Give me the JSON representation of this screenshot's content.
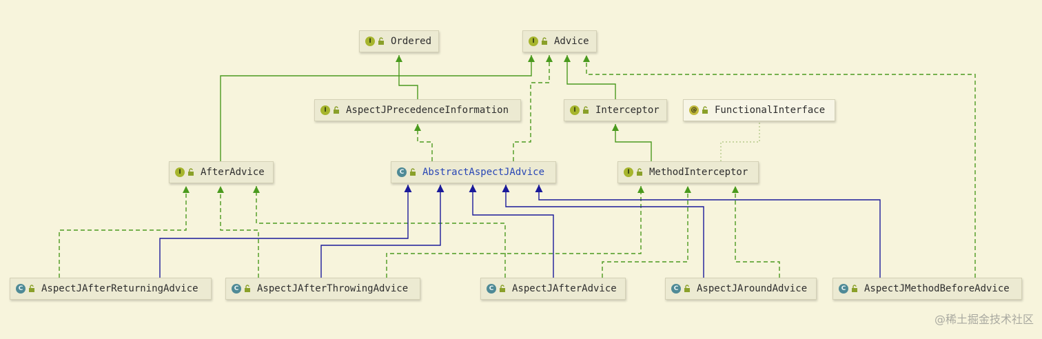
{
  "nodes": {
    "ordered": {
      "label": "Ordered",
      "kind": "interface",
      "badge": "I"
    },
    "advice": {
      "label": "Advice",
      "kind": "interface",
      "badge": "I"
    },
    "precedence": {
      "label": "AspectJPrecedenceInformation",
      "kind": "interface",
      "badge": "I"
    },
    "interceptor": {
      "label": "Interceptor",
      "kind": "interface",
      "badge": "I"
    },
    "functional": {
      "label": "FunctionalInterface",
      "kind": "annotation",
      "badge": "@"
    },
    "after_advice": {
      "label": "AfterAdvice",
      "kind": "interface",
      "badge": "I"
    },
    "abstract": {
      "label": "AbstractAspectJAdvice",
      "kind": "abstract-class",
      "badge": "C"
    },
    "method_interceptor": {
      "label": "MethodInterceptor",
      "kind": "interface",
      "badge": "I"
    },
    "after_returning": {
      "label": "AspectJAfterReturningAdvice",
      "kind": "class",
      "badge": "C"
    },
    "after_throwing": {
      "label": "AspectJAfterThrowingAdvice",
      "kind": "class",
      "badge": "C"
    },
    "aj_after": {
      "label": "AspectJAfterAdvice",
      "kind": "class",
      "badge": "C"
    },
    "around": {
      "label": "AspectJAroundAdvice",
      "kind": "class",
      "badge": "C"
    },
    "method_before": {
      "label": "AspectJMethodBeforeAdvice",
      "kind": "class",
      "badge": "C"
    }
  },
  "relations": [
    {
      "from": "AspectJPrecedenceInformation",
      "to": "Ordered",
      "type": "extends"
    },
    {
      "from": "AfterAdvice",
      "to": "Advice",
      "type": "extends"
    },
    {
      "from": "Interceptor",
      "to": "Advice",
      "type": "extends"
    },
    {
      "from": "AbstractAspectJAdvice",
      "to": "AspectJPrecedenceInformation",
      "type": "implements"
    },
    {
      "from": "AbstractAspectJAdvice",
      "to": "Advice",
      "type": "implements"
    },
    {
      "from": "MethodInterceptor",
      "to": "Interceptor",
      "type": "extends"
    },
    {
      "from": "MethodInterceptor",
      "to": "FunctionalInterface",
      "type": "annotated"
    },
    {
      "from": "AspectJMethodBeforeAdvice",
      "to": "Advice",
      "type": "implements"
    },
    {
      "from": "AspectJAfterReturningAdvice",
      "to": "AbstractAspectJAdvice",
      "type": "extends-class"
    },
    {
      "from": "AspectJAfterReturningAdvice",
      "to": "AfterAdvice",
      "type": "implements"
    },
    {
      "from": "AspectJAfterThrowingAdvice",
      "to": "AbstractAspectJAdvice",
      "type": "extends-class"
    },
    {
      "from": "AspectJAfterThrowingAdvice",
      "to": "AfterAdvice",
      "type": "implements"
    },
    {
      "from": "AspectJAfterThrowingAdvice",
      "to": "MethodInterceptor",
      "type": "implements"
    },
    {
      "from": "AspectJAfterAdvice",
      "to": "AbstractAspectJAdvice",
      "type": "extends-class"
    },
    {
      "from": "AspectJAfterAdvice",
      "to": "AfterAdvice",
      "type": "implements"
    },
    {
      "from": "AspectJAfterAdvice",
      "to": "MethodInterceptor",
      "type": "implements"
    },
    {
      "from": "AspectJAroundAdvice",
      "to": "AbstractAspectJAdvice",
      "type": "extends-class"
    },
    {
      "from": "AspectJAroundAdvice",
      "to": "MethodInterceptor",
      "type": "implements"
    },
    {
      "from": "AspectJMethodBeforeAdvice",
      "to": "AbstractAspectJAdvice",
      "type": "extends-class"
    }
  ],
  "colors": {
    "background": "#f7f4dc",
    "interface_edge": "#4a9a1e",
    "class_edge": "#1a1a9a",
    "annotation_edge": "#b5c98a",
    "abstract_label": "#2846b5"
  },
  "watermark": "@稀土掘金技术社区"
}
